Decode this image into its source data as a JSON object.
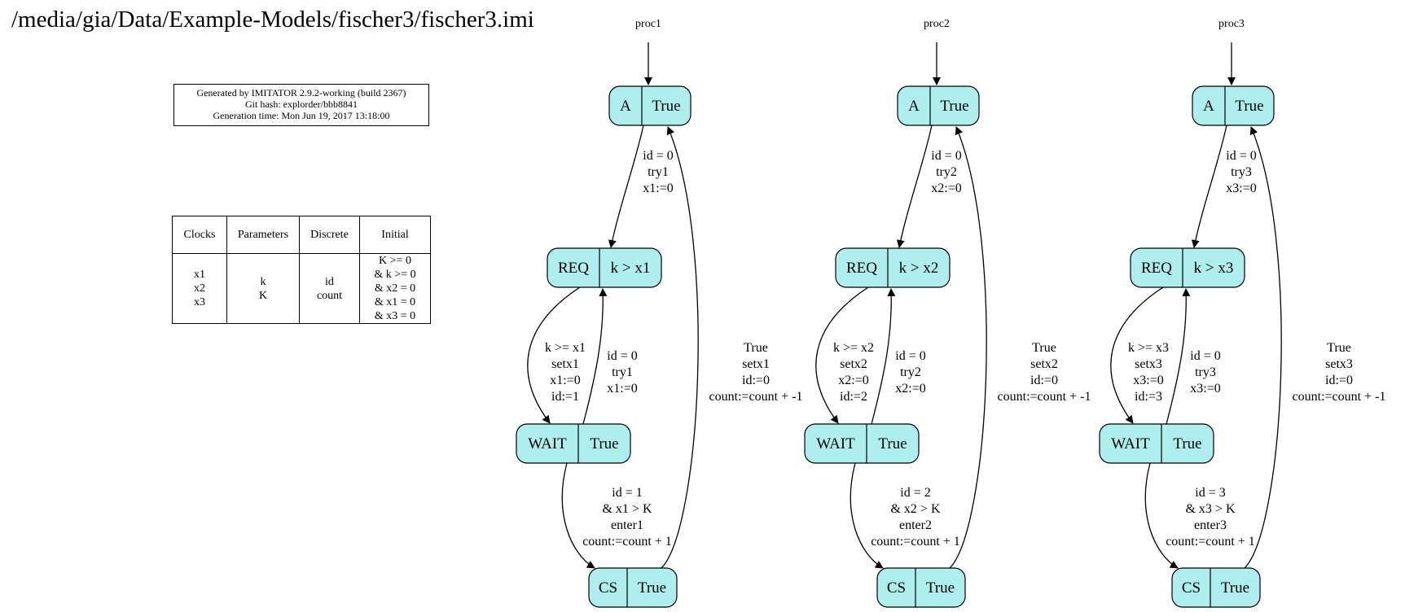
{
  "title": "/media/gia/Data/Example-Models/fischer3/fischer3.imi",
  "info": {
    "line1": "Generated by IMITATOR 2.9.2-working (build 2367)",
    "line2": "Git hash: explorder/bbb8841",
    "line3": "Generation time: Mon Jun 19, 2017 13:18:00"
  },
  "vars_table": {
    "headers": [
      "Clocks",
      "Parameters",
      "Discrete",
      "Initial"
    ],
    "clocks": [
      "x1",
      "x2",
      "x3"
    ],
    "parameters": [
      "k",
      "K"
    ],
    "discrete": [
      "id",
      "count"
    ],
    "initial": [
      "K >= 0",
      "& k >= 0",
      "& x2 = 0",
      "& x1 = 0",
      "& x3 = 0"
    ]
  },
  "node_color": "#aeeeee",
  "processes": [
    {
      "name": "proc1",
      "states": [
        {
          "name": "A",
          "invariant": "True"
        },
        {
          "name": "REQ",
          "invariant": "k > x1"
        },
        {
          "name": "WAIT",
          "invariant": "True"
        },
        {
          "name": "CS",
          "invariant": "True"
        }
      ],
      "edges": {
        "a_req": [
          "id = 0",
          "try1",
          "x1:=0"
        ],
        "req_wait": [
          "k >= x1",
          "setx1",
          "x1:=0",
          "id:=1"
        ],
        "wait_req": [
          "id = 0",
          "try1",
          "x1:=0"
        ],
        "wait_cs": [
          "id = 1",
          "&  x1 > K",
          "enter1",
          "count:=count + 1"
        ],
        "cs_a": [
          "True",
          "setx1",
          "id:=0",
          "count:=count + -1"
        ]
      }
    },
    {
      "name": "proc2",
      "states": [
        {
          "name": "A",
          "invariant": "True"
        },
        {
          "name": "REQ",
          "invariant": "k > x2"
        },
        {
          "name": "WAIT",
          "invariant": "True"
        },
        {
          "name": "CS",
          "invariant": "True"
        }
      ],
      "edges": {
        "a_req": [
          "id = 0",
          "try2",
          "x2:=0"
        ],
        "req_wait": [
          "k >= x2",
          "setx2",
          "x2:=0",
          "id:=2"
        ],
        "wait_req": [
          "id = 0",
          "try2",
          "x2:=0"
        ],
        "wait_cs": [
          "id = 2",
          "&  x2 > K",
          "enter2",
          "count:=count + 1"
        ],
        "cs_a": [
          "True",
          "setx2",
          "id:=0",
          "count:=count + -1"
        ]
      }
    },
    {
      "name": "proc3",
      "states": [
        {
          "name": "A",
          "invariant": "True"
        },
        {
          "name": "REQ",
          "invariant": "k > x3"
        },
        {
          "name": "WAIT",
          "invariant": "True"
        },
        {
          "name": "CS",
          "invariant": "True"
        }
      ],
      "edges": {
        "a_req": [
          "id = 0",
          "try3",
          "x3:=0"
        ],
        "req_wait": [
          "k >= x3",
          "setx3",
          "x3:=0",
          "id:=3"
        ],
        "wait_req": [
          "id = 0",
          "try3",
          "x3:=0"
        ],
        "wait_cs": [
          "id = 3",
          "&  x3 > K",
          "enter3",
          "count:=count + 1"
        ],
        "cs_a": [
          "True",
          "setx3",
          "id:=0",
          "count:=count + -1"
        ]
      }
    }
  ]
}
